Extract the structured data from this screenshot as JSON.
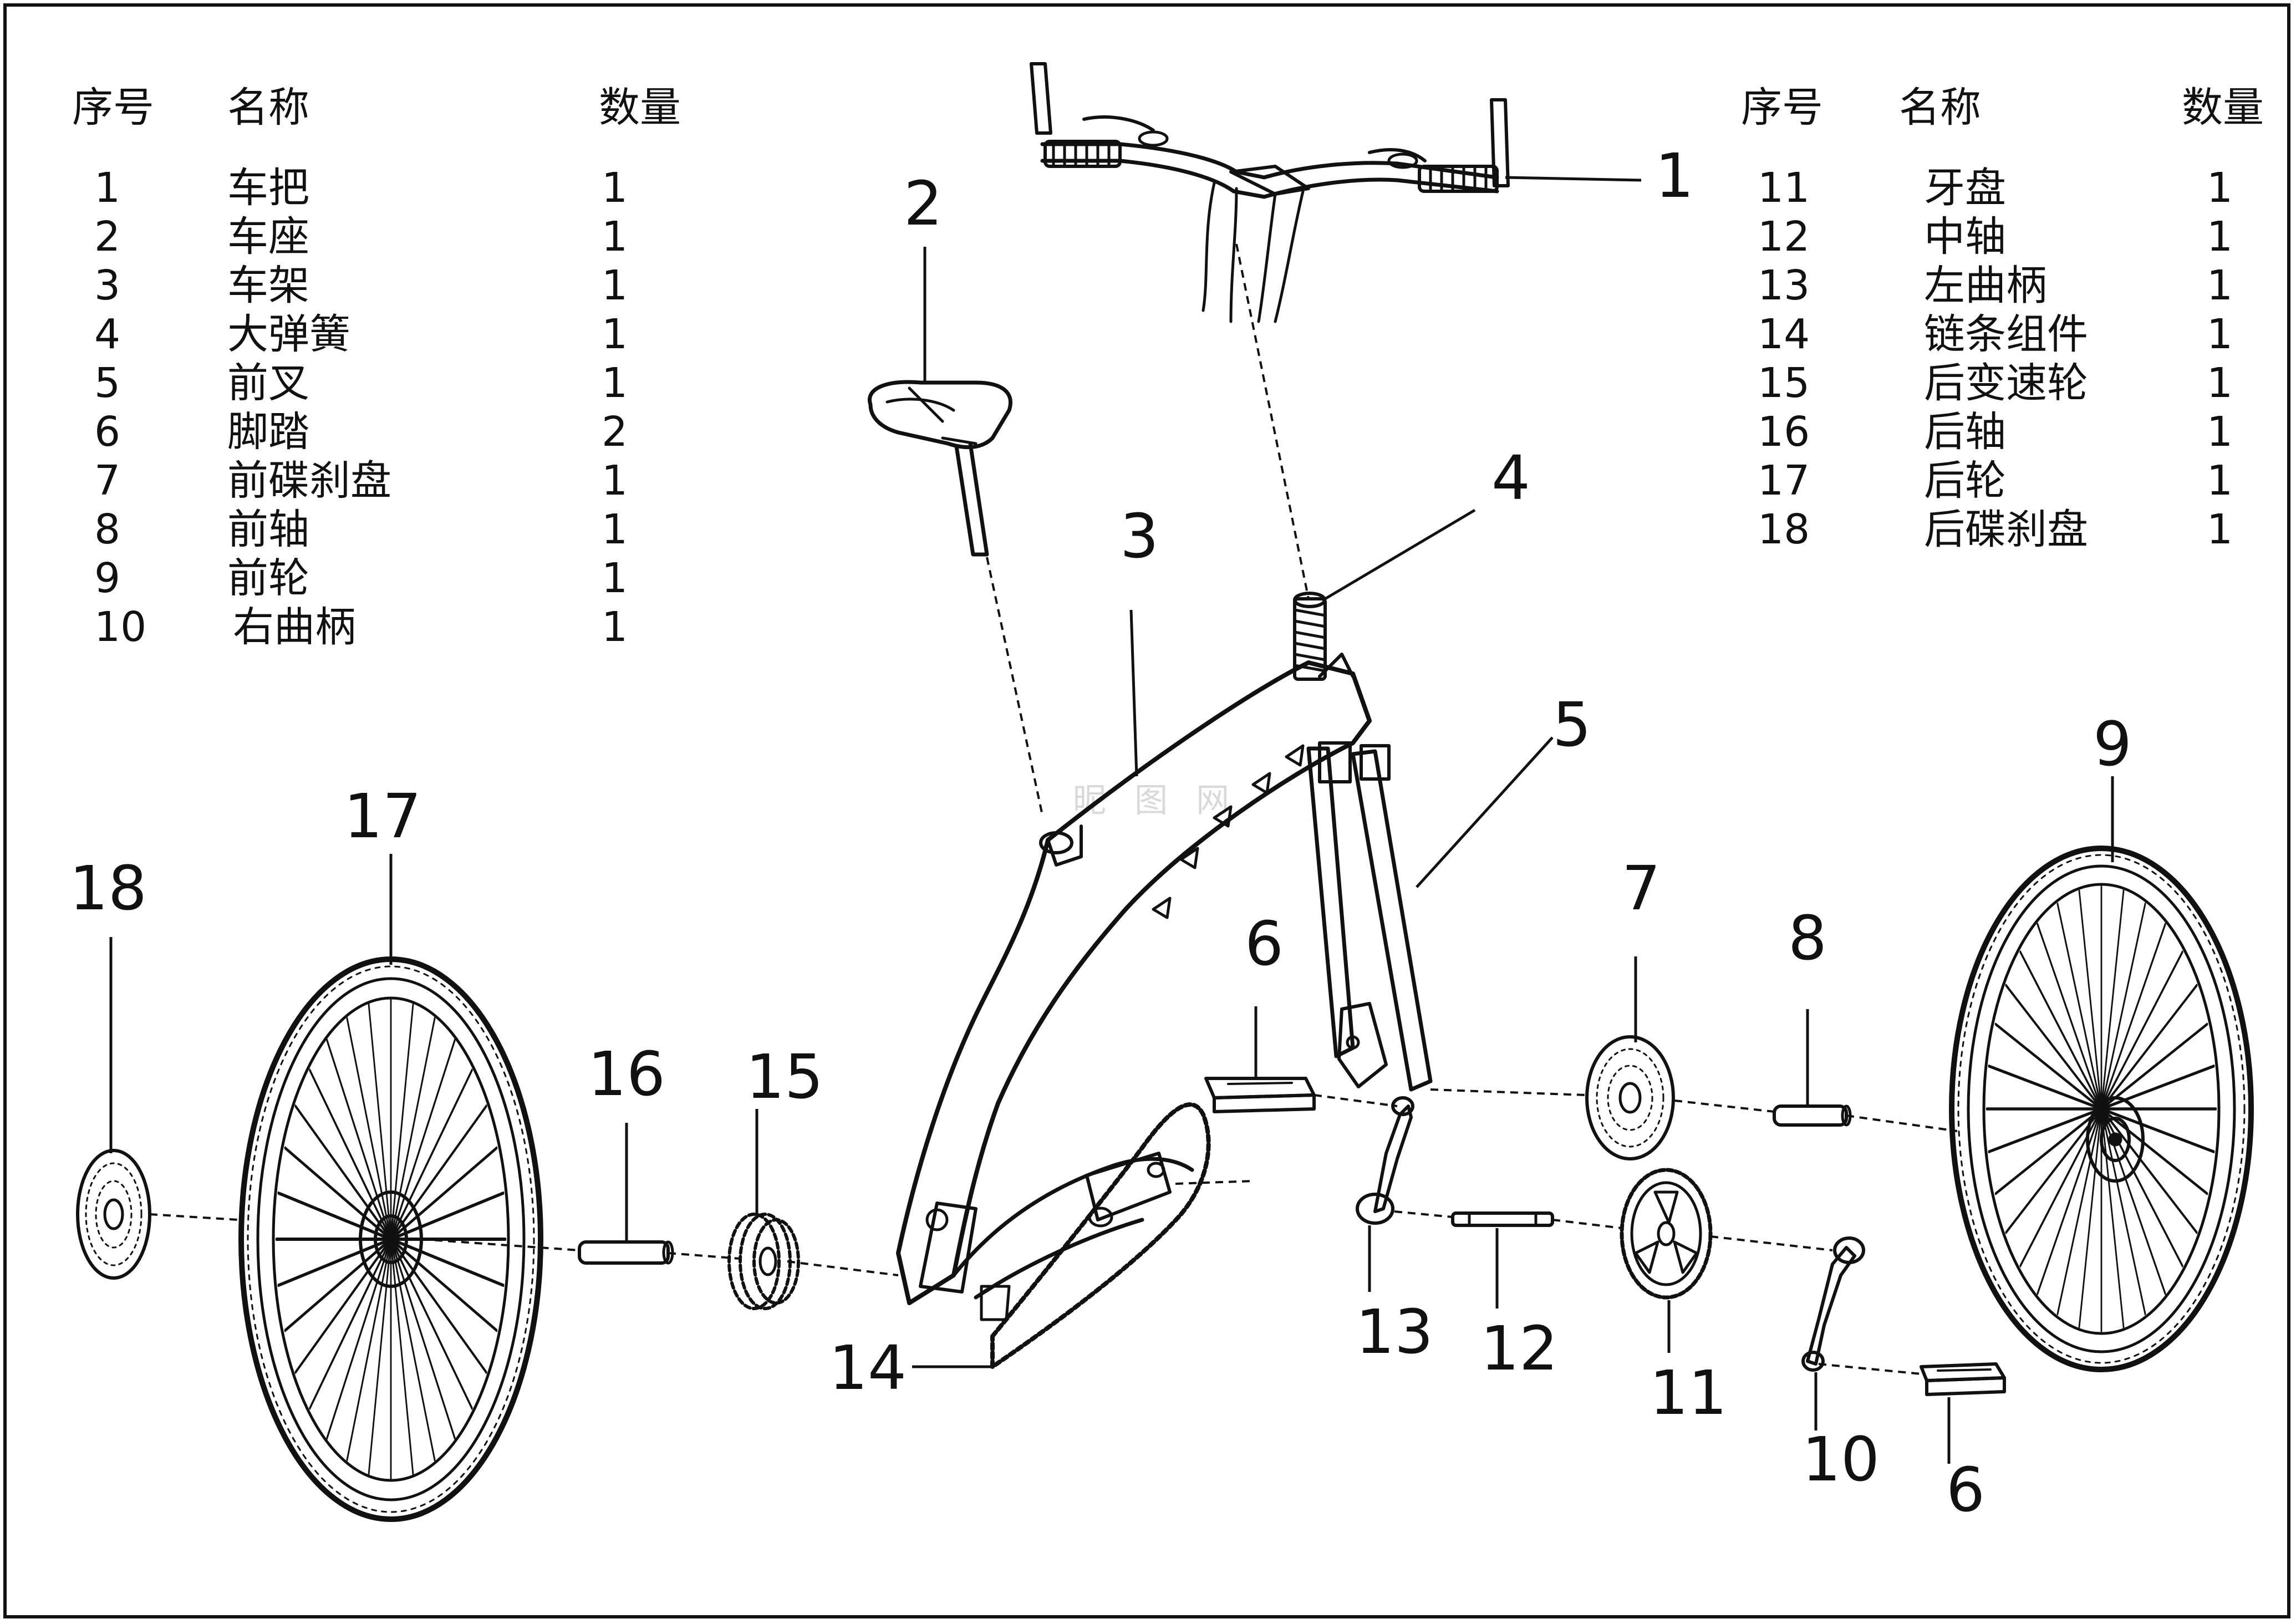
{
  "table_left": {
    "headers": {
      "index": "序号",
      "name": "名称",
      "qty": "数量"
    },
    "rows": [
      {
        "index": "1",
        "name": "车把",
        "qty": "1"
      },
      {
        "index": "2",
        "name": "车座",
        "qty": "1"
      },
      {
        "index": "3",
        "name": "车架",
        "qty": "1"
      },
      {
        "index": "4",
        "name": "大弹簧",
        "qty": "1"
      },
      {
        "index": "5",
        "name": "前叉",
        "qty": "1"
      },
      {
        "index": "6",
        "name": "脚踏",
        "qty": "2"
      },
      {
        "index": "7",
        "name": "前碟刹盘",
        "qty": "1"
      },
      {
        "index": "8",
        "name": "前轴",
        "qty": "1"
      },
      {
        "index": "9",
        "name": "前轮",
        "qty": "1"
      },
      {
        "index": "10",
        "name": "右曲柄",
        "qty": "1"
      }
    ]
  },
  "table_right": {
    "headers": {
      "index": "序号",
      "name": "名称",
      "qty": "数量"
    },
    "rows": [
      {
        "index": "11",
        "name": "牙盘",
        "qty": "1"
      },
      {
        "index": "12",
        "name": "中轴",
        "qty": "1"
      },
      {
        "index": "13",
        "name": "左曲柄",
        "qty": "1"
      },
      {
        "index": "14",
        "name": "链条组件",
        "qty": "1"
      },
      {
        "index": "15",
        "name": "后变速轮",
        "qty": "1"
      },
      {
        "index": "16",
        "name": "后轴",
        "qty": "1"
      },
      {
        "index": "17",
        "name": "后轮",
        "qty": "1"
      },
      {
        "index": "18",
        "name": "后碟刹盘",
        "qty": "1"
      }
    ]
  },
  "callouts": {
    "c1": "1",
    "c2": "2",
    "c3": "3",
    "c4": "4",
    "c5": "5",
    "c6a": "6",
    "c6b": "6",
    "c7": "7",
    "c8": "8",
    "c9": "9",
    "c10": "10",
    "c11": "11",
    "c12": "12",
    "c13": "13",
    "c14": "14",
    "c15": "15",
    "c16": "16",
    "c17": "17",
    "c18": "18"
  },
  "watermark": "昵 图 网"
}
